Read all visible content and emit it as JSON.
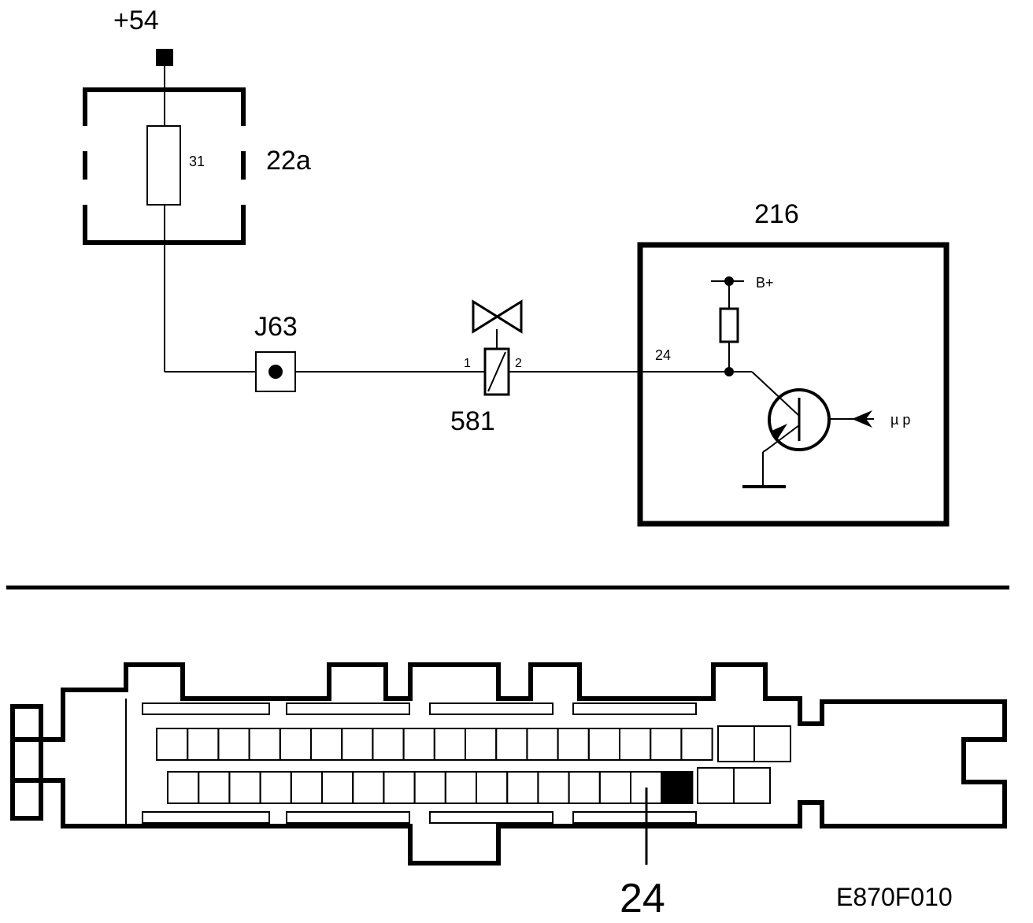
{
  "schematic": {
    "supply_label": "+54",
    "fuse_box_label": "22a",
    "fuse_number": "31",
    "junction_label": "J63",
    "valve_label": "581",
    "valve_pin_1": "1",
    "valve_pin_2": "2",
    "ecu_label": "216",
    "ecu_pin": "24",
    "bplus_label": "B+",
    "mp_label": "µ p"
  },
  "connector": {
    "highlighted_pin_label": "24",
    "row1_pin_count": 18,
    "row1_extra_pins": 2,
    "row2_pin_count": 17,
    "row2_extra_pins": 2,
    "highlighted_row": 2,
    "highlighted_index": 16
  },
  "figure_id": "E870F010",
  "colors": {
    "line": "#000000",
    "background": "#ffffff",
    "highlight": "#000000"
  }
}
